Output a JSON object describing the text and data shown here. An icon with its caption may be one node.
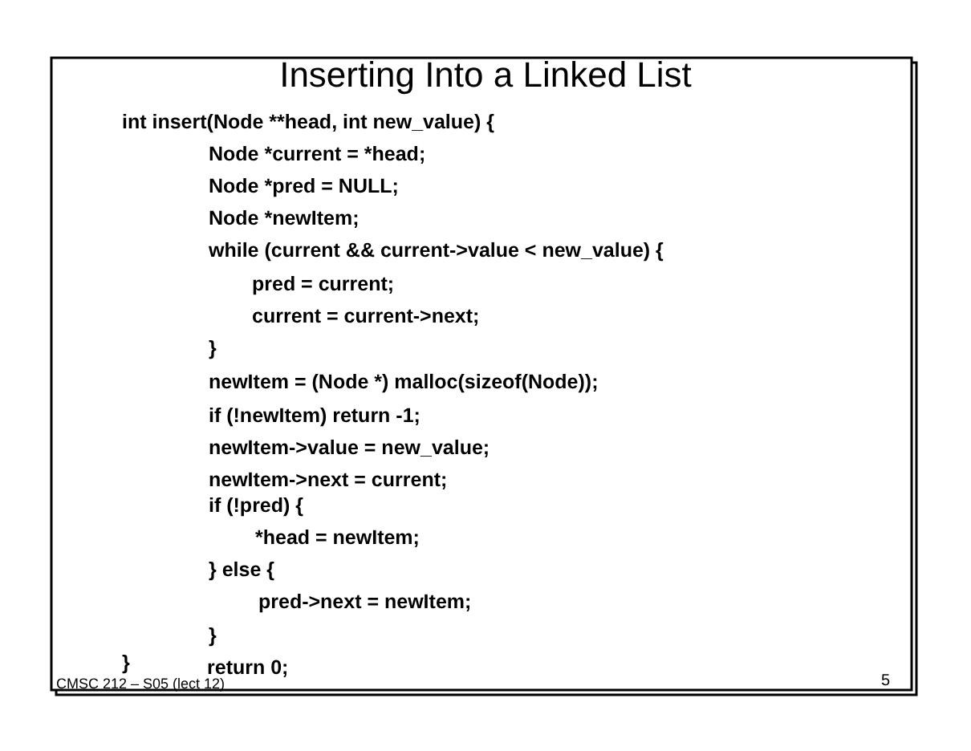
{
  "diagram": {
    "title": "Inserting Into a Linked List",
    "labels": [
      "int insert(Node **head, int new_value) {",
      "Node *current = *head;",
      "Node *pred = NULL;",
      "Node *newItem;",
      "while (current && current->value < new_value)  {",
      "pred = current;",
      "current = current->next;",
      "}",
      "newItem = (Node *) malloc(sizeof(Node));",
      "if (!newItem) return -1;",
      "newItem->value = new_value;",
      "newItem->next = current;",
      "if (!pred) {",
      "*head = newItem;",
      "} else {",
      "pred->next = newItem;",
      "}",
      "return 0;",
      "}",
      "CMSC 212 – S05 (lect 12)",
      "5"
    ]
  }
}
